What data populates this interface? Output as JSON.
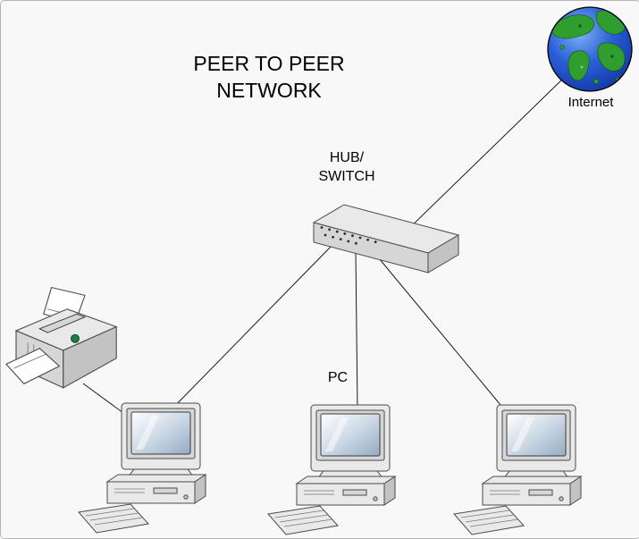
{
  "title": "PEER TO PEER\nNETWORK",
  "nodes": {
    "internet": {
      "label": "Internet",
      "type": "globe"
    },
    "hub": {
      "label": "HUB/\nSWITCH",
      "type": "hub-switch"
    },
    "pc_left": {
      "label": "",
      "type": "computer"
    },
    "pc_middle": {
      "label": "PC",
      "type": "computer"
    },
    "pc_right": {
      "label": "",
      "type": "computer"
    },
    "printer": {
      "label": "",
      "type": "printer"
    }
  },
  "edges": [
    {
      "from": "hub",
      "to": "internet"
    },
    {
      "from": "hub",
      "to": "pc_left"
    },
    {
      "from": "hub",
      "to": "pc_middle"
    },
    {
      "from": "hub",
      "to": "pc_right"
    },
    {
      "from": "printer",
      "to": "pc_left"
    }
  ],
  "colors": {
    "background": "#f8f8f8",
    "device_body": "#e9e9e9",
    "device_shadow": "#d6d6d6",
    "globe_ocean": "#1c46c8",
    "globe_land": "#2f9e2f",
    "printer_button": "#1e7e4a"
  }
}
